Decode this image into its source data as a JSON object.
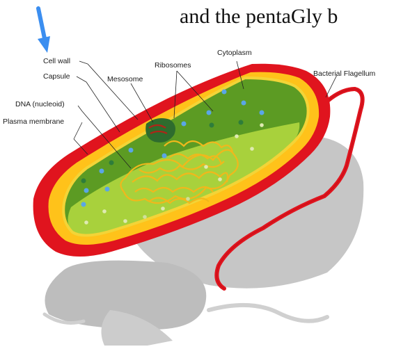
{
  "page": {
    "heading": "and the pentaGly b"
  },
  "diagram": {
    "labels": {
      "cell_wall": "Cell wall",
      "capsule": "Capsule",
      "dna": "DNA (nucleoid)",
      "plasma_membrane": "Plasma membrane",
      "mesosome": "Mesosome",
      "ribosomes": "Ribosomes",
      "cytoplasm": "Cytoplasm",
      "flagellum": "Bacterial Flagellum"
    },
    "colors": {
      "arrow": "#3b8ef0",
      "capsule": "#e0141e",
      "cell_wall": "#ffc21a",
      "membrane": "#f3d437",
      "cytoplasm_dark": "#5c9b23",
      "cytoplasm_light": "#a8d13c",
      "dna": "#f0b81c",
      "mesosome": "#2e6c2e",
      "ribosome": "#5aa6e6",
      "shadow": "#bfbfbf"
    }
  }
}
